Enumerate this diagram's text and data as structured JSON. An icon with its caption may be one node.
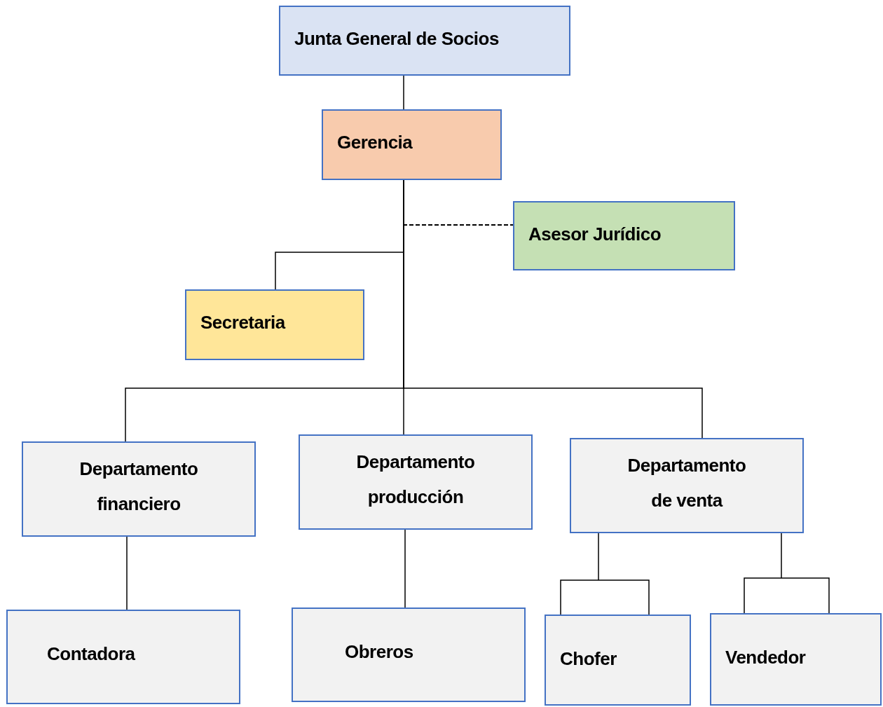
{
  "diagram": {
    "nodes": [
      {
        "text": [
          "Junta General de Socios"
        ]
      },
      {
        "text": [
          "Gerencia"
        ]
      },
      {
        "text": [
          "Asesor Jurídico"
        ]
      },
      {
        "text": [
          "Secretaria"
        ]
      },
      {
        "text": [
          "Departamento financiero"
        ]
      },
      {
        "text": [
          "Departamento producción"
        ]
      },
      {
        "text": [
          "Departamento de venta"
        ]
      },
      {
        "text": [
          "Contadora"
        ]
      },
      {
        "text": [
          "Obreros"
        ]
      },
      {
        "text": [
          "Chofer"
        ]
      },
      {
        "text": [
          "Vendedor"
        ]
      }
    ],
    "edges": [
      {
        "from": 0,
        "to": 1,
        "arrow": "none"
      },
      {
        "from": 1,
        "to": 2,
        "arrow": "none",
        "style": "dashed"
      },
      {
        "from": 1,
        "to": 3,
        "arrow": "none"
      },
      {
        "from": 1,
        "to": 4,
        "arrow": "none"
      },
      {
        "from": 1,
        "to": 5,
        "arrow": "none"
      },
      {
        "from": 1,
        "to": 6,
        "arrow": "none"
      },
      {
        "from": 4,
        "to": 7,
        "arrow": "none"
      },
      {
        "from": 5,
        "to": 8,
        "arrow": "none"
      },
      {
        "from": 6,
        "to": 9,
        "arrow": "none"
      },
      {
        "from": 6,
        "to": 10,
        "arrow": "none"
      }
    ]
  }
}
